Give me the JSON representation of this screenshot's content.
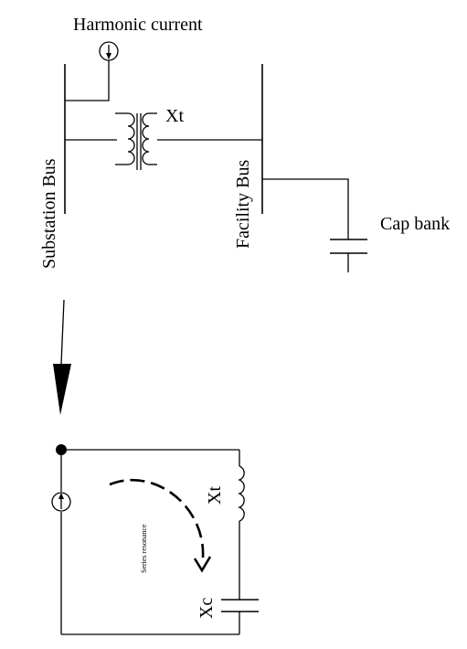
{
  "labels": {
    "harmonic_current": "Harmonic current",
    "xt_top": "Xt",
    "substation_bus": "Substation Bus",
    "facility_bus": "Facility Bus",
    "cap_bank": "Cap bank",
    "xt_bottom": "Xt",
    "xc": "Xc",
    "series_resonance": "Series resonance"
  },
  "colors": {
    "line": "#000000",
    "background": "#ffffff"
  }
}
